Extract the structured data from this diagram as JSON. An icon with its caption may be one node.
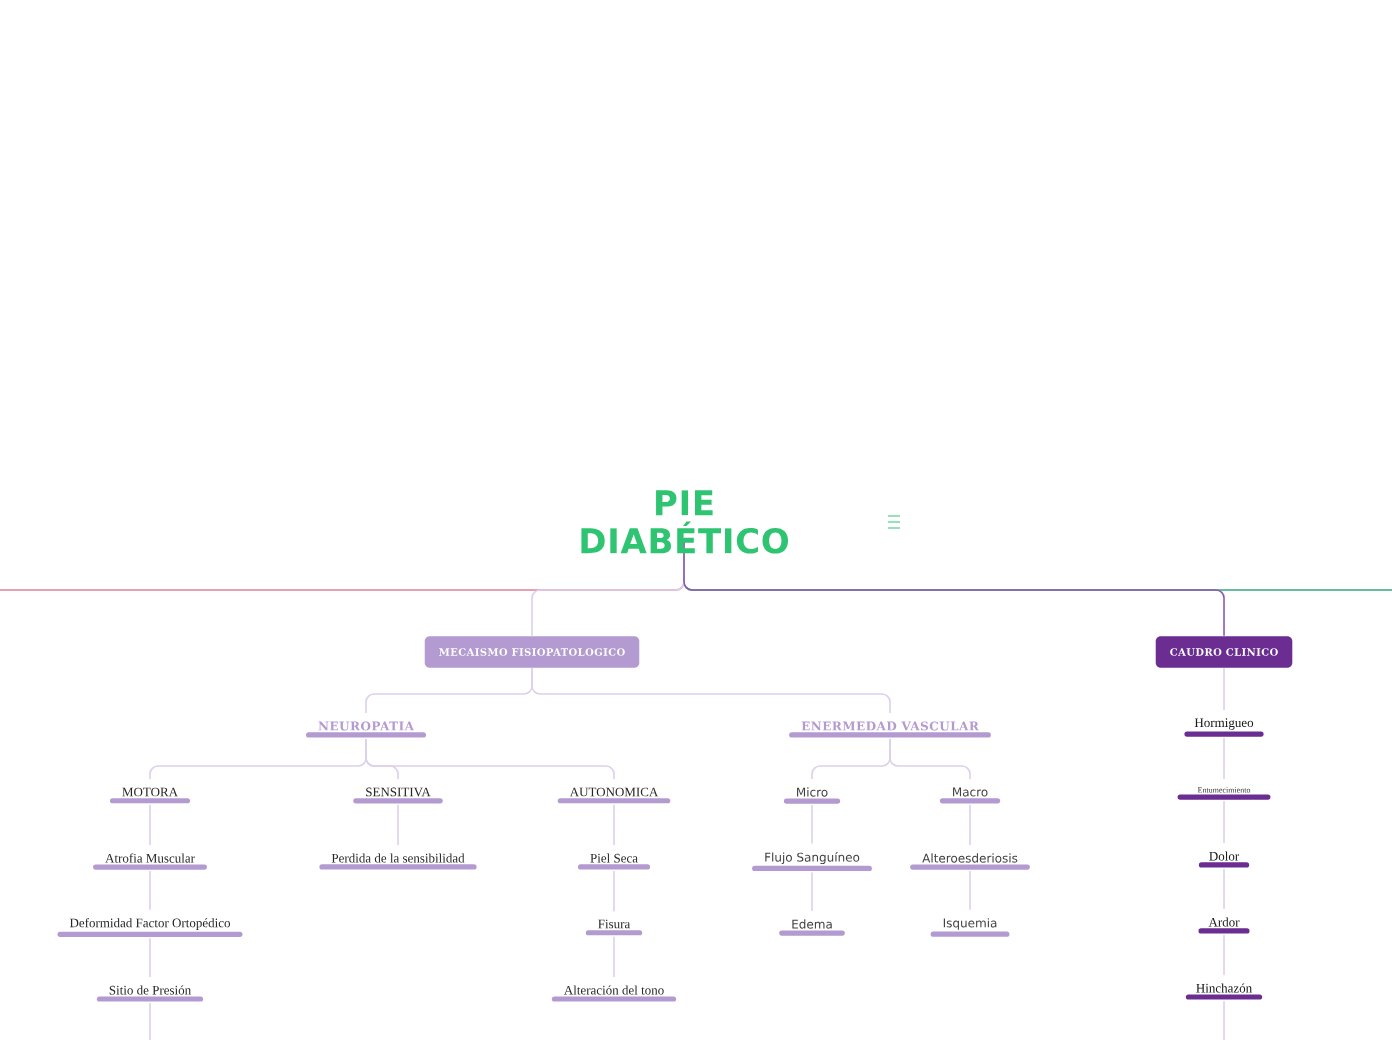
{
  "diagram": {
    "nodes": [
      {
        "text": [
          "PIE DIABÉTICO"
        ]
      },
      {
        "text": [
          "MECAISMO FISIOPATOLOGICO"
        ]
      },
      {
        "text": [
          "CAUDRO CLINICO"
        ]
      },
      {
        "text": [
          "NEUROPATIA"
        ]
      },
      {
        "text": [
          "ENERMEDAD VASCULAR"
        ]
      },
      {
        "text": [
          "MOTORA"
        ]
      },
      {
        "text": [
          "SENSITIVA"
        ]
      },
      {
        "text": [
          "AUTONOMICA"
        ]
      },
      {
        "text": [
          "Atrofia Muscular"
        ]
      },
      {
        "text": [
          "Perdida de la sensibilidad"
        ]
      },
      {
        "text": [
          "Piel Seca"
        ]
      },
      {
        "text": [
          "Deformidad Factor Ortopédico"
        ]
      },
      {
        "text": [
          "Fisura"
        ]
      },
      {
        "text": [
          "Sitio de Presión"
        ]
      },
      {
        "text": [
          "Alteración del tono"
        ]
      },
      {
        "text": [
          "Micro"
        ]
      },
      {
        "text": [
          "Macro"
        ]
      },
      {
        "text": [
          "Flujo Sanguíneo"
        ]
      },
      {
        "text": [
          "Alteroesderiosis"
        ]
      },
      {
        "text": [
          "Edema"
        ]
      },
      {
        "text": [
          "Isquemia"
        ]
      },
      {
        "text": [
          "Hormigueo"
        ]
      },
      {
        "text": [
          "Entumecimiento"
        ]
      },
      {
        "text": [
          "Dolor"
        ]
      },
      {
        "text": [
          "Ardor"
        ]
      },
      {
        "text": [
          "Hinchazón"
        ]
      }
    ],
    "edges": [
      {
        "from": 0,
        "to": null,
        "arrow": "none",
        "color": "#e0809a"
      },
      {
        "from": 0,
        "to": null,
        "arrow": "none",
        "color": "#3aa57e"
      },
      {
        "from": 0,
        "to": 1,
        "arrow": "none"
      },
      {
        "from": 0,
        "to": 2,
        "arrow": "none",
        "color": "#8a5bb0"
      },
      {
        "from": 1,
        "to": 3,
        "arrow": "none"
      },
      {
        "from": 1,
        "to": 4,
        "arrow": "none"
      },
      {
        "from": 3,
        "to": 5,
        "arrow": "none"
      },
      {
        "from": 3,
        "to": 6,
        "arrow": "none"
      },
      {
        "from": 3,
        "to": 7,
        "arrow": "none"
      },
      {
        "from": 5,
        "to": 8,
        "arrow": "none"
      },
      {
        "from": 8,
        "to": 11,
        "arrow": "none"
      },
      {
        "from": 11,
        "to": 13,
        "arrow": "none"
      },
      {
        "from": 13,
        "to": null,
        "arrow": "none"
      },
      {
        "from": 6,
        "to": 9,
        "arrow": "none"
      },
      {
        "from": 7,
        "to": 10,
        "arrow": "none"
      },
      {
        "from": 10,
        "to": 12,
        "arrow": "none"
      },
      {
        "from": 12,
        "to": 14,
        "arrow": "none"
      },
      {
        "from": 4,
        "to": 15,
        "arrow": "none"
      },
      {
        "from": 4,
        "to": 16,
        "arrow": "none"
      },
      {
        "from": 15,
        "to": 17,
        "arrow": "none"
      },
      {
        "from": 17,
        "to": 19,
        "arrow": "none"
      },
      {
        "from": 16,
        "to": 18,
        "arrow": "none"
      },
      {
        "from": 18,
        "to": 20,
        "arrow": "none"
      },
      {
        "from": 2,
        "to": 21,
        "arrow": "none"
      },
      {
        "from": 21,
        "to": 22,
        "arrow": "none"
      },
      {
        "from": 22,
        "to": 23,
        "arrow": "none"
      },
      {
        "from": 23,
        "to": 24,
        "arrow": "none"
      },
      {
        "from": 24,
        "to": 25,
        "arrow": "none"
      },
      {
        "from": 25,
        "to": null,
        "arrow": "none"
      }
    ]
  }
}
